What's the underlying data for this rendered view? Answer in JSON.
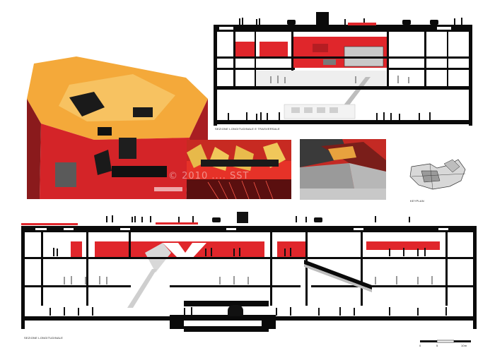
{
  "board": {
    "background": "#ffffff",
    "accent_red": "#e0262b",
    "accent_orange": "#f4a93a",
    "ink": "#0a0a0a"
  },
  "captions": {
    "cross_section": "SEZIONE LONGITUDINALE E TRASVERSALE",
    "key_plan": "KEYPLAN",
    "long_section": "SEZIONE LONGITUDINALE"
  },
  "watermark": {
    "text": "© 2010 .... SST"
  },
  "scale_bar": {
    "labels": [
      "0",
      "5",
      "10m"
    ]
  }
}
